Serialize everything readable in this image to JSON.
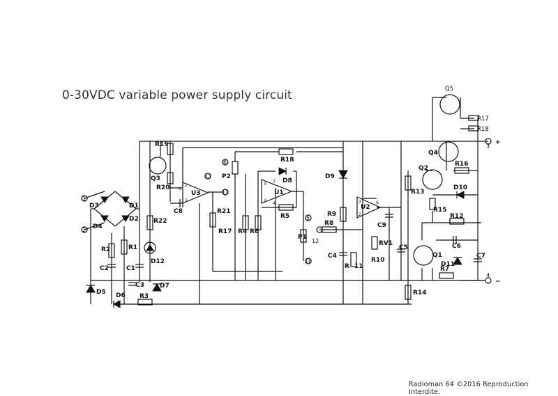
{
  "title": "0-30VDC variable power supply circuit",
  "copyright": "Radioman 64 ©2016 Reproduction Interdite.",
  "labels": {
    "D1": "D1",
    "D2": "D2",
    "D3": "D3",
    "D4": "D4",
    "D5": "D5",
    "D6": "D6",
    "D7": "D7",
    "D8": "D8",
    "D9": "D9",
    "D10": "D10",
    "D11": "D11",
    "D12": "D12",
    "R1": "R1",
    "R2": "R2",
    "R3": "R3",
    "R4": "R4",
    "R5": "R5",
    "R6": "R6",
    "R7": "R7",
    "R8": "R8",
    "R9": "R9",
    "R10": "R10",
    "R11": "11",
    "R11R": "R",
    "R12": "R12",
    "R13": "R13",
    "R14": "R14",
    "R15": "R15",
    "R16": "R16",
    "R17": "R17",
    "R17b": "R17",
    "R18": "R18",
    "R18b": "R18",
    "R19": "R19",
    "R20": "R20",
    "R21": "R21",
    "R22": "R22",
    "C1": "C1",
    "C2": "C2",
    "C3": "C3",
    "C4": "C4",
    "C5": "C5",
    "C6": "C6",
    "C7": "C7",
    "C8": "C8",
    "C9": "C9",
    "Q1": "Q1",
    "Q2": "Q2",
    "Q3": "Q3",
    "Q4": "Q4",
    "Q5": "Q5",
    "U1": "U1",
    "U2": "U2",
    "U3": "U3",
    "P1": "P1",
    "P2": "P2",
    "RV1": "RV1"
  },
  "nodes": {
    "n1": "1",
    "n2": "2",
    "n3": "3",
    "n4": "4",
    "n5": "5",
    "n6": "6",
    "n10": "10",
    "n11": "11",
    "n12": "12",
    "n13": "13"
  },
  "pins": {
    "p2": "2",
    "p3": "3",
    "p4": "4",
    "p6": "6",
    "p7": "7"
  },
  "terminal_signs": {
    "plus": "+",
    "minus": "−"
  }
}
